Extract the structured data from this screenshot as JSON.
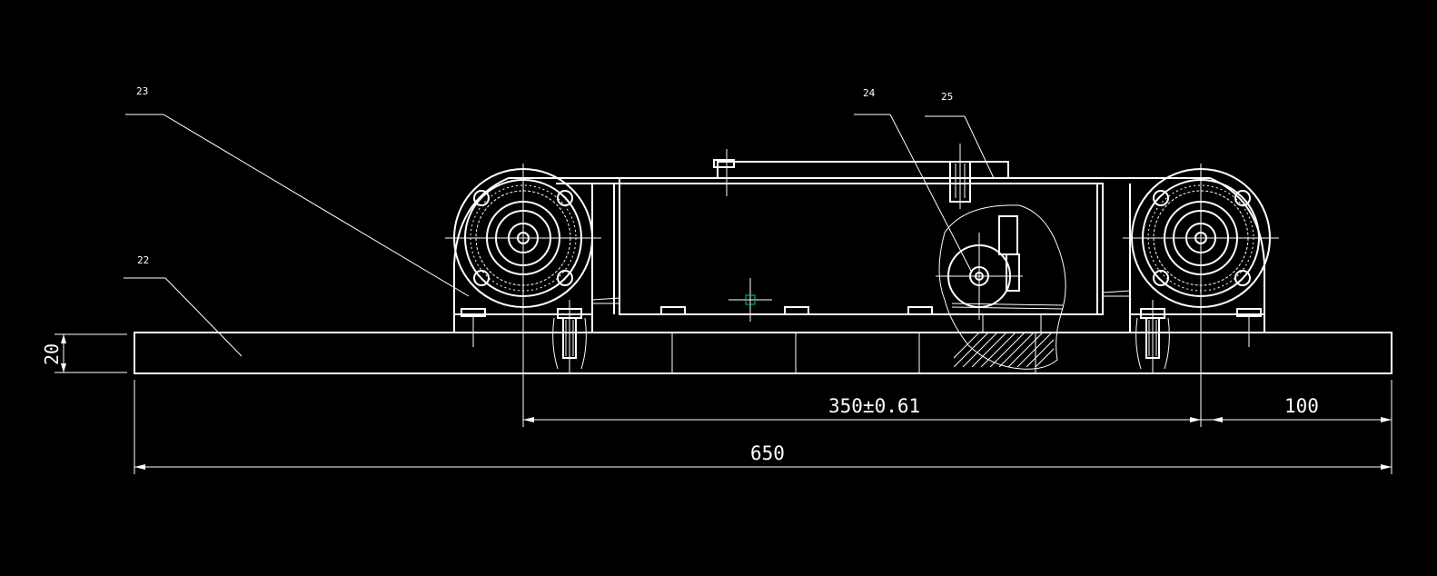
{
  "drawing": {
    "background": "#000000",
    "line_color": "#ffffff",
    "cursor_color": "#00c8a0",
    "balloons": {
      "b22": "22",
      "b23": "23",
      "b24": "24",
      "b25": "25"
    },
    "dimensions": {
      "thickness": "20",
      "center_span": "350±0.61",
      "right_offset": "100",
      "overall_length": "650"
    }
  }
}
